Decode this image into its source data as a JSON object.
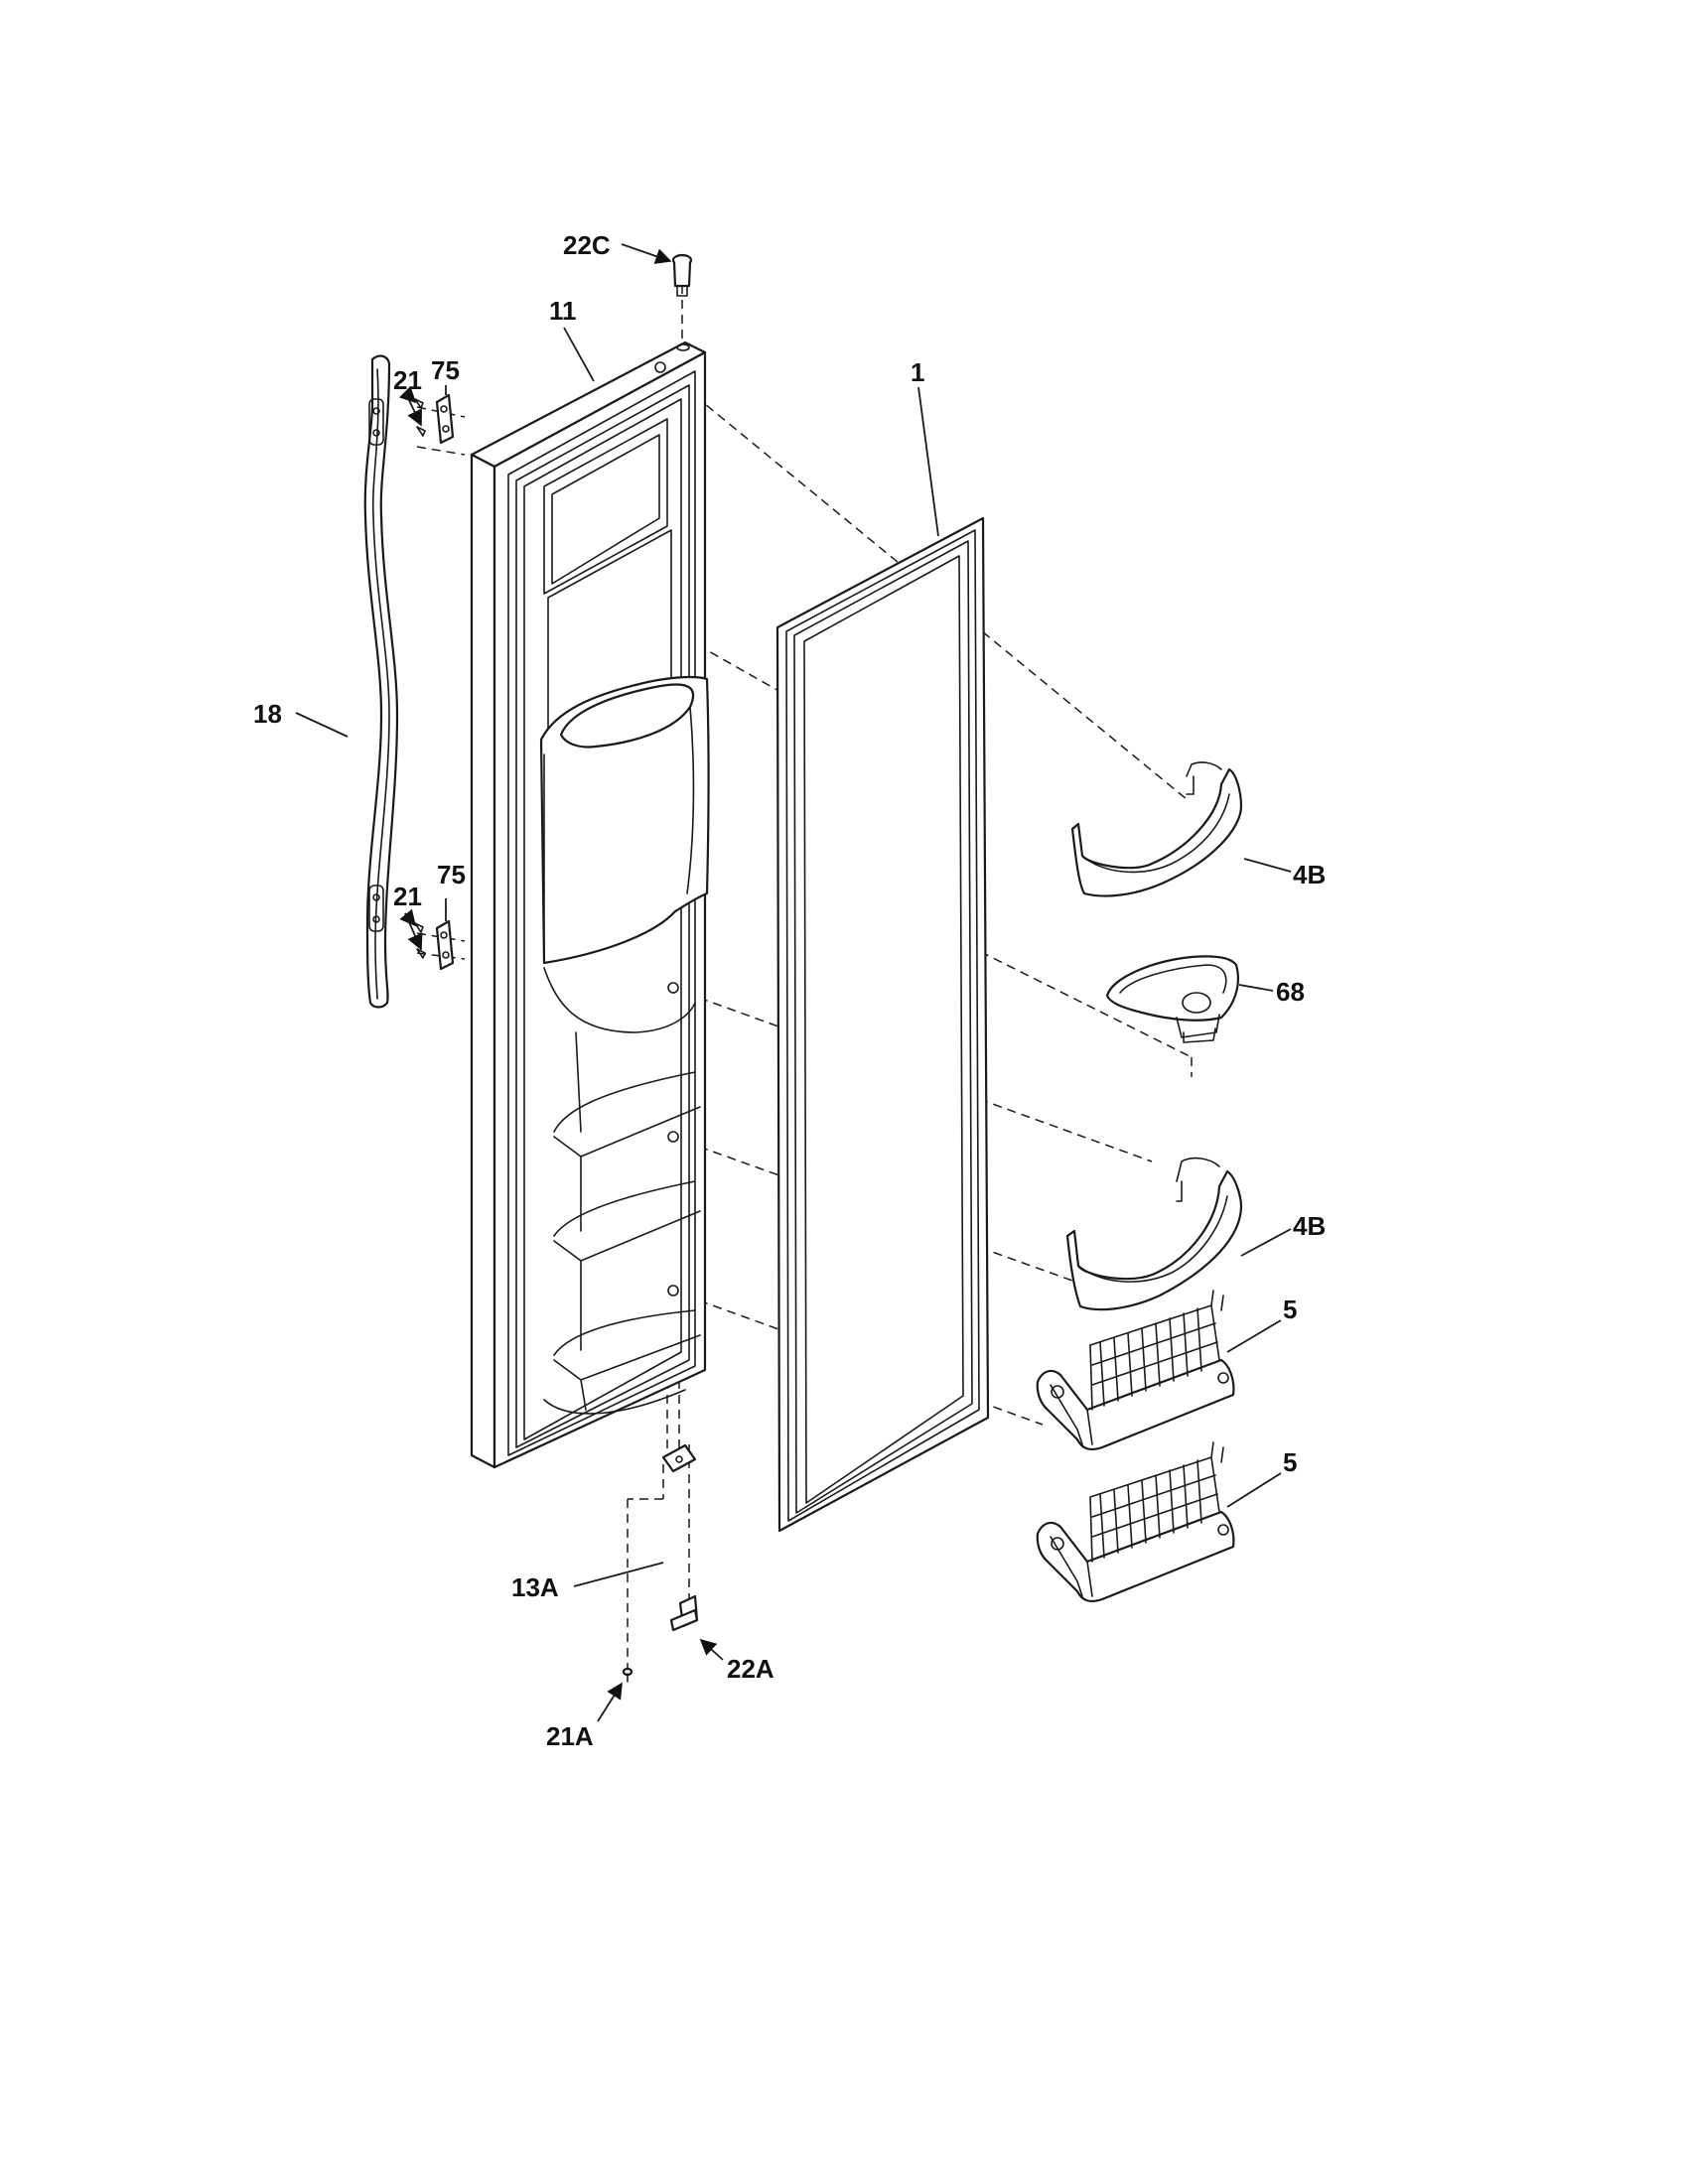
{
  "diagram": {
    "callouts": {
      "c22C": "22C",
      "c11": "11",
      "c1": "1",
      "c75_top": "75",
      "c21_top": "21",
      "c18": "18",
      "c75_bot": "75",
      "c21_bot": "21",
      "c4B_top": "4B",
      "c68": "68",
      "c4B_bot": "4B",
      "c5_top": "5",
      "c5_bot": "5",
      "c13A": "13A",
      "c22A": "22A",
      "c21A": "21A"
    }
  },
  "colors": {
    "line": "#1a1a1a",
    "background": "#ffffff"
  }
}
